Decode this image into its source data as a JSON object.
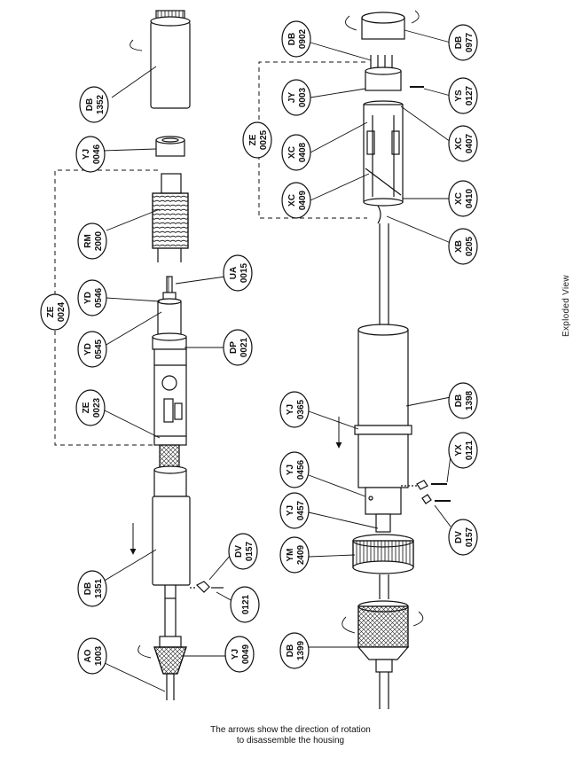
{
  "side_title": "Exploded View",
  "caption": {
    "line1": "The arrows show the direction of rotation",
    "line2": "to disassemble the housing"
  },
  "callouts": [
    {
      "id": "db-1352",
      "line1": "DB",
      "line2": "1352"
    },
    {
      "id": "yj-0046",
      "line1": "YJ",
      "line2": "0046"
    },
    {
      "id": "ze-0024",
      "line1": "ZE",
      "line2": "0024"
    },
    {
      "id": "rm-2000",
      "line1": "RM",
      "line2": "2000"
    },
    {
      "id": "ua-0015",
      "line1": "UA",
      "line2": "0015"
    },
    {
      "id": "yd-0546",
      "line1": "YD",
      "line2": "0546"
    },
    {
      "id": "yd-0545",
      "line1": "YD",
      "line2": "0545"
    },
    {
      "id": "dp-0021",
      "line1": "DP",
      "line2": "0021"
    },
    {
      "id": "ze-0023",
      "line1": "ZE",
      "line2": "0023"
    },
    {
      "id": "dv-0157-left",
      "line1": "DV",
      "line2": "0157"
    },
    {
      "id": "db-1351",
      "line1": "DB",
      "line2": "1351"
    },
    {
      "id": "x-0121-left",
      "line1": "",
      "line2": "0121"
    },
    {
      "id": "ao-1003",
      "line1": "AO",
      "line2": "1003"
    },
    {
      "id": "yj-0049",
      "line1": "YJ",
      "line2": "0049"
    },
    {
      "id": "db-0902",
      "line1": "DB",
      "line2": "0902"
    },
    {
      "id": "db-0977",
      "line1": "DB",
      "line2": "0977"
    },
    {
      "id": "jy-0003",
      "line1": "JY",
      "line2": "0003"
    },
    {
      "id": "ys-0127",
      "line1": "YS",
      "line2": "0127"
    },
    {
      "id": "ze-0025",
      "line1": "ZE",
      "line2": "0025"
    },
    {
      "id": "xc-0408",
      "line1": "XC",
      "line2": "0408"
    },
    {
      "id": "xc-0407",
      "line1": "XC",
      "line2": "0407"
    },
    {
      "id": "xc-0409",
      "line1": "XC",
      "line2": "0409"
    },
    {
      "id": "xc-0410",
      "line1": "XC",
      "line2": "0410"
    },
    {
      "id": "xb-0205",
      "line1": "XB",
      "line2": "0205"
    },
    {
      "id": "yj-0365",
      "line1": "YJ",
      "line2": "0365"
    },
    {
      "id": "db-1398",
      "line1": "DB",
      "line2": "1398"
    },
    {
      "id": "yj-0456",
      "line1": "YJ",
      "line2": "0456"
    },
    {
      "id": "yx-0121",
      "line1": "YX",
      "line2": "0121"
    },
    {
      "id": "yj-0457",
      "line1": "YJ",
      "line2": "0457"
    },
    {
      "id": "dv-0157-right",
      "line1": "DV",
      "line2": "0157"
    },
    {
      "id": "ym-2409",
      "line1": "YM",
      "line2": "2409"
    },
    {
      "id": "db-1399",
      "line1": "DB",
      "line2": "1399"
    }
  ]
}
